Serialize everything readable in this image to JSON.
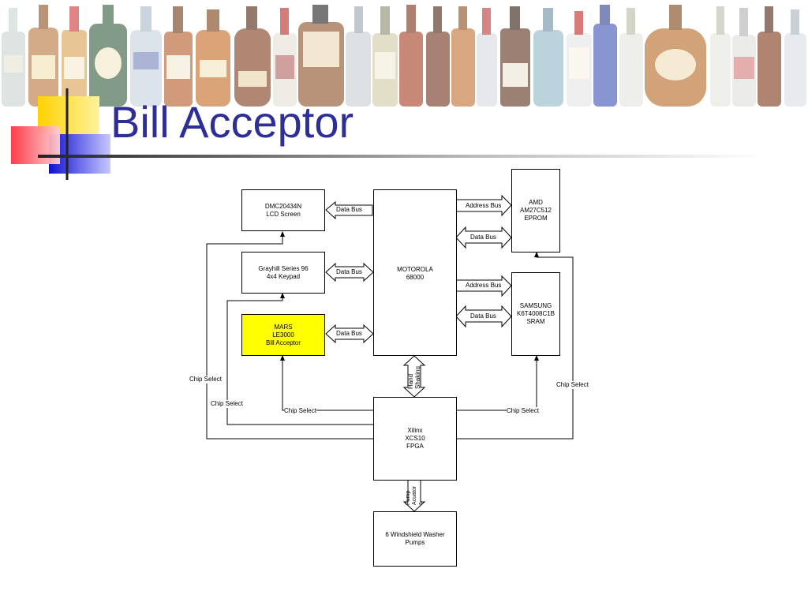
{
  "title": "Bill Acceptor",
  "blocks": {
    "lcd": "DMC20434N\nLCD Screen",
    "keypad": "Grayhill Series 96\n4x4 Keypad",
    "bill_acceptor": "MARS\nLE3000\nBill Acceptor",
    "cpu": "MOTOROLA\n68000",
    "eprom": "AMD\nAM27C512\nEPROM",
    "sram": "SAMSUNG\nK6T4008C1B\nSRAM",
    "fpga": "Xilinx\nXCS10\nFPGA",
    "pumps": "6 Windshield Washer\nPumps"
  },
  "buses": {
    "lcd_data": "Data Bus",
    "keypad_data": "Data Bus",
    "bill_data": "Data Bus",
    "eprom_address": "Address Bus",
    "eprom_data": "Data Bus",
    "sram_address": "Address Bus",
    "sram_data": "Data Bus",
    "handshaking": "Hand\nShaking",
    "pump_actuators": "Pump\nAcuator\ns"
  },
  "chip_selects": {
    "lcd": "Chip Select",
    "keypad": "Chip Select",
    "bill": "Chip Select",
    "sram": "Chip Select",
    "eprom": "Chip Select"
  },
  "colors": {
    "title": "#2e2e99",
    "highlight_block": "#ffff00"
  }
}
